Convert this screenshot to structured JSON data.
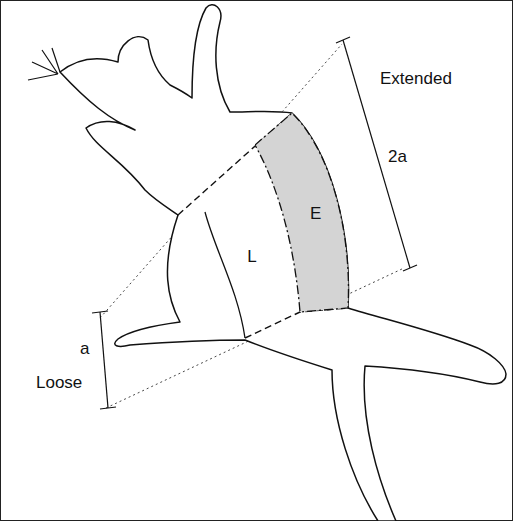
{
  "diagram": {
    "nodes": [
      {
        "text": [
          "L"
        ]
      },
      {
        "text": [
          "E"
        ]
      }
    ],
    "labels": [
      "Extended",
      "2a",
      "a",
      "Loose"
    ]
  }
}
